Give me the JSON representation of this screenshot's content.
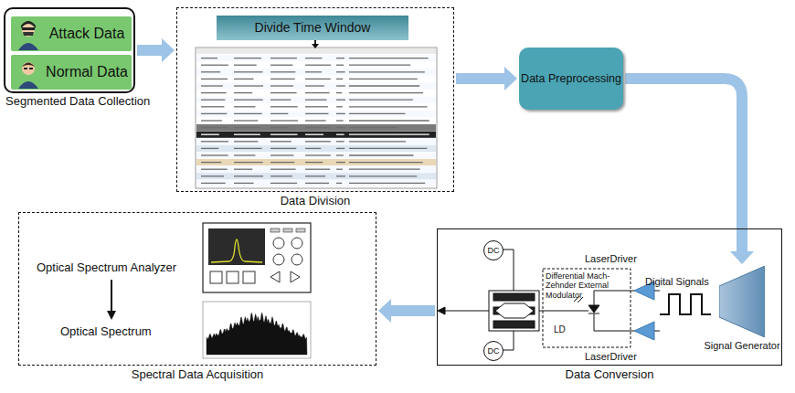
{
  "diagram": {
    "nodes": [
      {
        "text": [
          "Segmented Data Collection"
        ]
      },
      {
        "text": [
          "Attack Data"
        ],
        "in": 0
      },
      {
        "text": [
          "Normal Data"
        ],
        "in": 0
      },
      {
        "text": [
          "Data Division"
        ]
      },
      {
        "text": [
          "Divide Time Window"
        ],
        "in": 3
      },
      {
        "text": [
          "Data Preprocessing"
        ]
      },
      {
        "text": [
          "Data Conversion"
        ]
      },
      {
        "text": [
          "DC"
        ],
        "in": 6
      },
      {
        "text": [
          "DC"
        ],
        "in": 6
      },
      {
        "text": [
          "Signal Generator"
        ],
        "in": 6
      },
      {
        "text": [
          "Spectral Data Acquisition"
        ]
      }
    ],
    "edges": [
      {
        "from": 0,
        "to": 3,
        "arrow": "to"
      },
      {
        "from": 3,
        "to": 5,
        "arrow": "to"
      },
      {
        "from": 5,
        "to": 9,
        "arrow": "to"
      },
      {
        "from": 6,
        "to": 10,
        "arrow": "to"
      }
    ],
    "labels": [
      "LaserDriver",
      "LaserDriver",
      "Differential Mach-Zehnder External Modulator",
      "LD",
      "Digital Signals",
      "Optical Spectrum Analyzer",
      "Optical Spectrum"
    ]
  }
}
